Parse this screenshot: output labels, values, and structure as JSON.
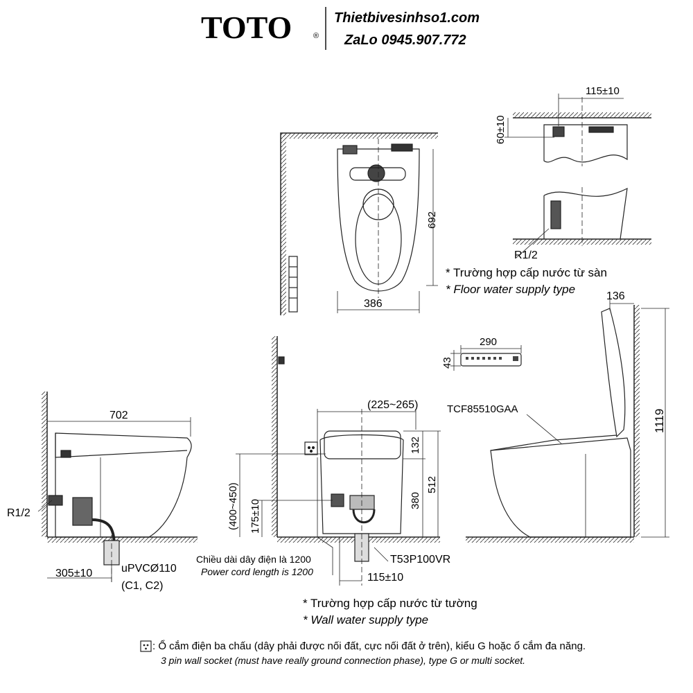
{
  "header": {
    "brand": "TOTO",
    "registered": "®",
    "website": "Thietbivesinhso1.com",
    "contact": "ZaLo 0945.907.772"
  },
  "top_view": {
    "depth": "692",
    "width": "386"
  },
  "floor_supply": {
    "offset": "115±10",
    "height": "60±10",
    "thread": "R1/2",
    "note_vi": "* Trường hợp cấp nước từ sàn",
    "note_en": "* Floor water supply type"
  },
  "left_side_view": {
    "length": "702",
    "thread": "R1/2",
    "drain_offset": "305±10",
    "pipe": "uPVCØ110",
    "pipe_codes": "(C1, C2)"
  },
  "front_view": {
    "range": "(225~265)",
    "dim_132": "132",
    "dim_380": "380",
    "dim_512": "512",
    "dim_range_height": "(400~450)",
    "dim_175": "175±10",
    "cord_vi": "Chiều dài dây điện là 1200",
    "cord_en": "Power cord length is 1200",
    "valve_model": "T53P100VR",
    "offset": "115±10",
    "note_vi": "* Trường hợp cấp nước từ tường",
    "note_en": "* Wall water supply type"
  },
  "remote": {
    "width": "290",
    "height": "43"
  },
  "right_side_view": {
    "model": "TCF85510GAA",
    "dim_136": "136",
    "dim_1119": "1119"
  },
  "legend": {
    "socket_vi": ": Ổ cắm điện ba chấu (dây phải được nối đất, cực nối đất ở trên), kiểu G hoặc ổ cắm đa năng.",
    "socket_en": "3 pin wall socket (must have really ground connection phase), type G or multi socket."
  }
}
